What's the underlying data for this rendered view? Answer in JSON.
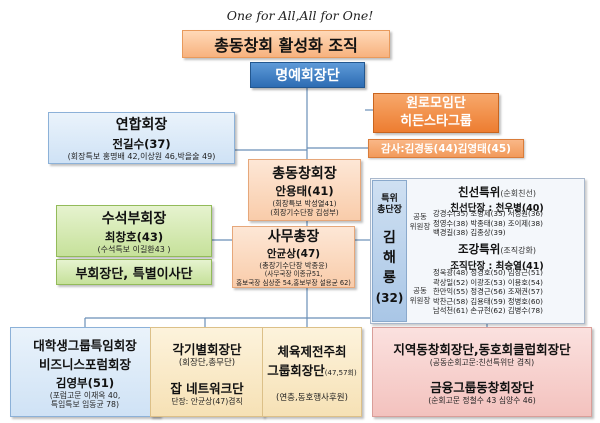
{
  "motto": "One for All,All for One!",
  "title": "총동창회 활성화 조직",
  "honorary": "명예회장단",
  "orange": {
    "line1": "원로모임단",
    "line2": "히든스타그룹"
  },
  "auditors": "감사:김경동(44)김영태(45)",
  "alliance": {
    "head": "연합회장",
    "name": "전길수(37)",
    "sub": "(회장특보 홍명배 42,이상원 46,박을술 49)"
  },
  "president": {
    "head": "총동창회장",
    "name": "안용태(41)",
    "sub1": "(회장특보 박성열41)",
    "sub2": "(회장기수단장 김성부)"
  },
  "senior_vp": {
    "head": "수석부회장",
    "name": "최창호(43)",
    "sub": "(수석특보 이길환43 )"
  },
  "vp_group": "부회장단, 특별이사단",
  "secretary": {
    "head": "사무총장",
    "name": "안균상(47)",
    "sub1": "(총장기수단장 박종윤)",
    "sub2": "(사무국장 이종규51,",
    "sub3": "홍보국장 심상준 54,홍보부장 설용균 62)"
  },
  "special": {
    "col_top": "특위\n총단장",
    "col_name": [
      "김",
      "해",
      "룡"
    ],
    "col_num": "(32)",
    "friendship_head": "친선특위",
    "friendship_sub": "(순회친선)",
    "friendship_leader": "친선단장 : 천우병(40)",
    "committee_label": "공동\n위원장",
    "friendship_list": [
      "강경수(35) 조병제(35) 서정원(36)",
      "정영수(38) 박종태(38) 조이제(38)",
      "백경길(38) 김종상(39)"
    ],
    "org_head": "조강특위",
    "org_sub": "(조직강화)",
    "org_leader": "조직단장 : 최승열(41)",
    "org_list": [
      "정욱광(48) 정경호(50) 임장근(51)",
      "곽상일(52) 이광조(53) 이용호(54)",
      "한만익(55) 정경근(56) 조재권(57)",
      "박찬근(58) 김용태(59) 정병호(60)",
      "남석천(61) 손규현(62) 김병수(78)"
    ]
  },
  "bottom": [
    {
      "l1": "대학생그룹특임회장",
      "l2": "비즈니스포럼회장",
      "name": "김영부(51)",
      "s1": "(포럼고문 이재옥 40,",
      "s2": "특임특보 임동균  78)"
    },
    {
      "l1": "각기별회장단",
      "s1": "(회장단,총무단)",
      "l2": "잡 네트워크단",
      "s2": "단장: 안균상(47)겸직"
    },
    {
      "l1": "체육제전주최",
      "l2": "그룹회장단",
      "l2sub": "(47,57회)",
      "s1": "(연충,동호행사후원)"
    },
    {
      "l1": "지역동창회장단,동호회클럽회장단",
      "s1": "(공동순회고문:친선특위단 겸직)",
      "l2": "금융그룹동창회장단",
      "s2": "(순회고문 정철수 43 심양수 46)"
    }
  ]
}
